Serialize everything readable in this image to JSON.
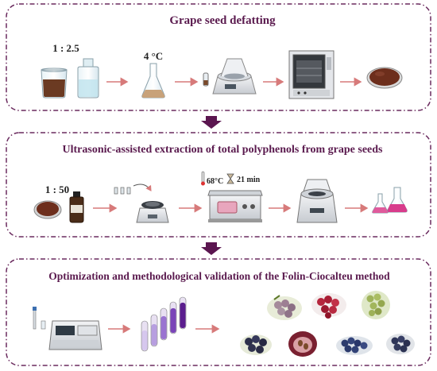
{
  "colors": {
    "panel_border": "#6a2a5e",
    "title": "#5a1a4e",
    "flow_arrow": "#d77a7a",
    "down_arrow": "#5b1650"
  },
  "panels": [
    {
      "title": "Grape seed defatting",
      "labels": {
        "ratio": "1 : 2.5",
        "temperature": "4 °C"
      },
      "steps": [
        "beaker-seed-powder-icon",
        "reagent-bottle-icon",
        "flask-icon",
        "centrifuge-icon",
        "oven-icon",
        "petri-dish-icon"
      ]
    },
    {
      "title": "Ultrasonic-assisted extraction of total polyphenols from grape seeds",
      "labels": {
        "ratio": "1 : 50",
        "temperature": "68°C",
        "time": "21 min"
      },
      "steps": [
        "petri-dish-icon",
        "amber-bottle-icon",
        "vortex-mixer-icon",
        "ultrasonic-bath-icon",
        "centrifuge-icon",
        "colored-flasks-icon"
      ]
    },
    {
      "title": "Optimization and methodological validation of the Folin-Ciocalteu method",
      "steps": [
        "spectrophotometer-icon",
        "standard-tubes-icon",
        "grape-varieties-icon"
      ]
    }
  ]
}
